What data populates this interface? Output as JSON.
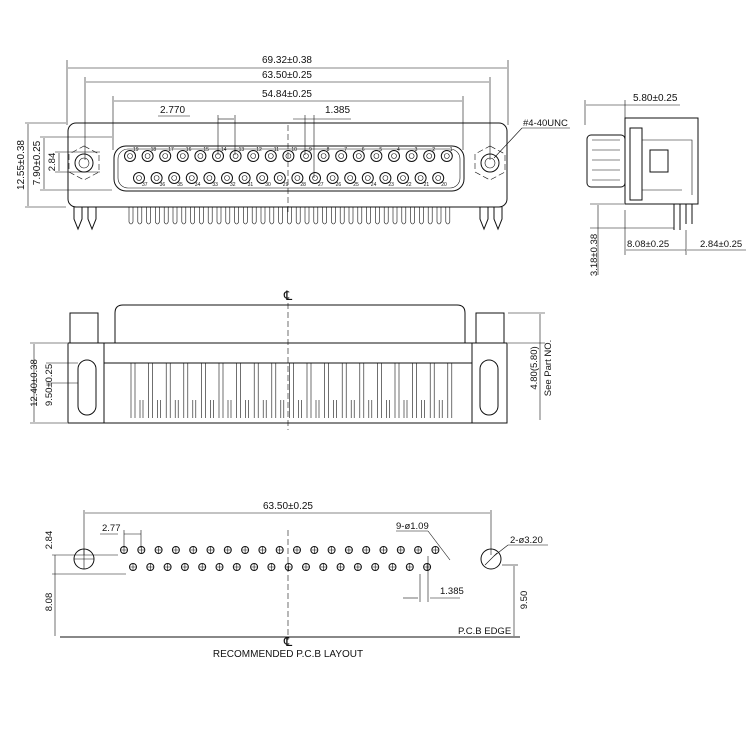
{
  "top_view": {
    "dim_overall": "69.32±0.38",
    "dim_mount": "63.50±0.25",
    "dim_shell": "54.84±0.25",
    "dim_pitch": "2.770",
    "dim_half_pitch": "1.385",
    "dim_height": "12.55±0.38",
    "dim_shell_height": "7.90±0.25",
    "dim_row": "2.84",
    "thread_label": "#4-40UNC",
    "top_row_pins": [
      "19",
      "18",
      "17",
      "16",
      "15",
      "14",
      "13",
      "12",
      "11",
      "10",
      "9",
      "8",
      "7",
      "6",
      "5",
      "4",
      "3",
      "2",
      "1"
    ],
    "bottom_row_pins": [
      "37",
      "36",
      "35",
      "34",
      "33",
      "32",
      "31",
      "30",
      "29",
      "28",
      "27",
      "26",
      "25",
      "24",
      "23",
      "22",
      "21",
      "20"
    ]
  },
  "side_view": {
    "dim_depth": "5.80±0.25",
    "dim_offset": "8.08±0.25",
    "dim_row": "2.84±0.25",
    "dim_tail": "3.18±0.38"
  },
  "front_view": {
    "centerline": "℄",
    "dim_total": "12.40±0.38",
    "dim_board": "9.50±0.25",
    "dim_part": "4.80(5.80)",
    "see_part": "See Part NO."
  },
  "pcb_layout": {
    "dim_mount": "63.50±0.25",
    "dim_pitch": "2.77",
    "dim_hole": "9-ø1.09",
    "dim_mount_hole": "2-ø3.20",
    "dim_row": "2.84",
    "dim_edge_row": "8.08",
    "dim_edge_mount": "9.50",
    "dim_half_pitch": "1.385",
    "edge_label": "P.C.B EDGE",
    "centerline": "℄",
    "title": "RECOMMENDED P.C.B LAYOUT"
  }
}
